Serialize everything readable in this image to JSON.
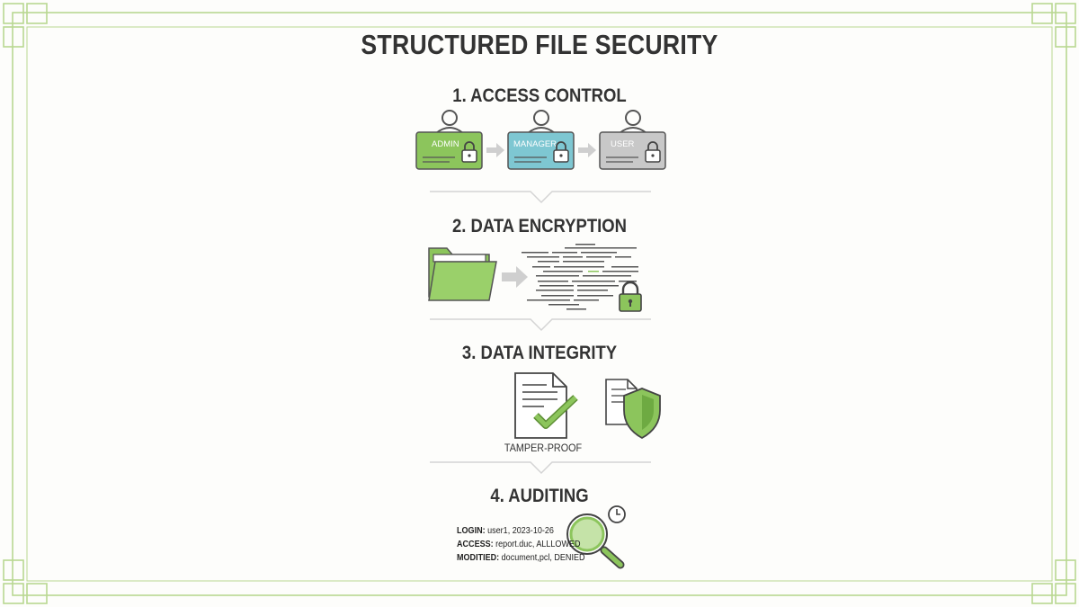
{
  "title": "STRUCTURED FILE SECURITY",
  "colors": {
    "frame": "#b9d892",
    "green": "#8cc55c",
    "green_dark": "#5e8f36",
    "teal": "#7ec7d2",
    "gray": "#c8c8c8",
    "arrow": "#cfcfcf",
    "text": "#333333"
  },
  "sections": [
    {
      "heading": "1. ACCESS CONTROL",
      "roles": [
        "ADMIN",
        "MANAGER",
        "USER"
      ]
    },
    {
      "heading": "2. DATA ENCRYPTION",
      "icons": [
        "folder-icon",
        "arrow-right-icon",
        "encrypted-data-icon",
        "padlock-icon"
      ]
    },
    {
      "heading": "3. DATA INTEGRITY",
      "caption": "TAMPER-PROOF",
      "icons": [
        "document-check-icon",
        "document-shield-icon"
      ]
    },
    {
      "heading": "4. AUDITING",
      "icons": [
        "magnifier-icon",
        "clock-icon"
      ],
      "log": [
        {
          "key": "LOGIN:",
          "value": " user1, 2023-10-26"
        },
        {
          "key": "ACCESS:",
          "value": " report.duc, ALLLOWED"
        },
        {
          "key": "MODITIED:",
          "value": " document,pcl, DENIED"
        }
      ]
    }
  ]
}
